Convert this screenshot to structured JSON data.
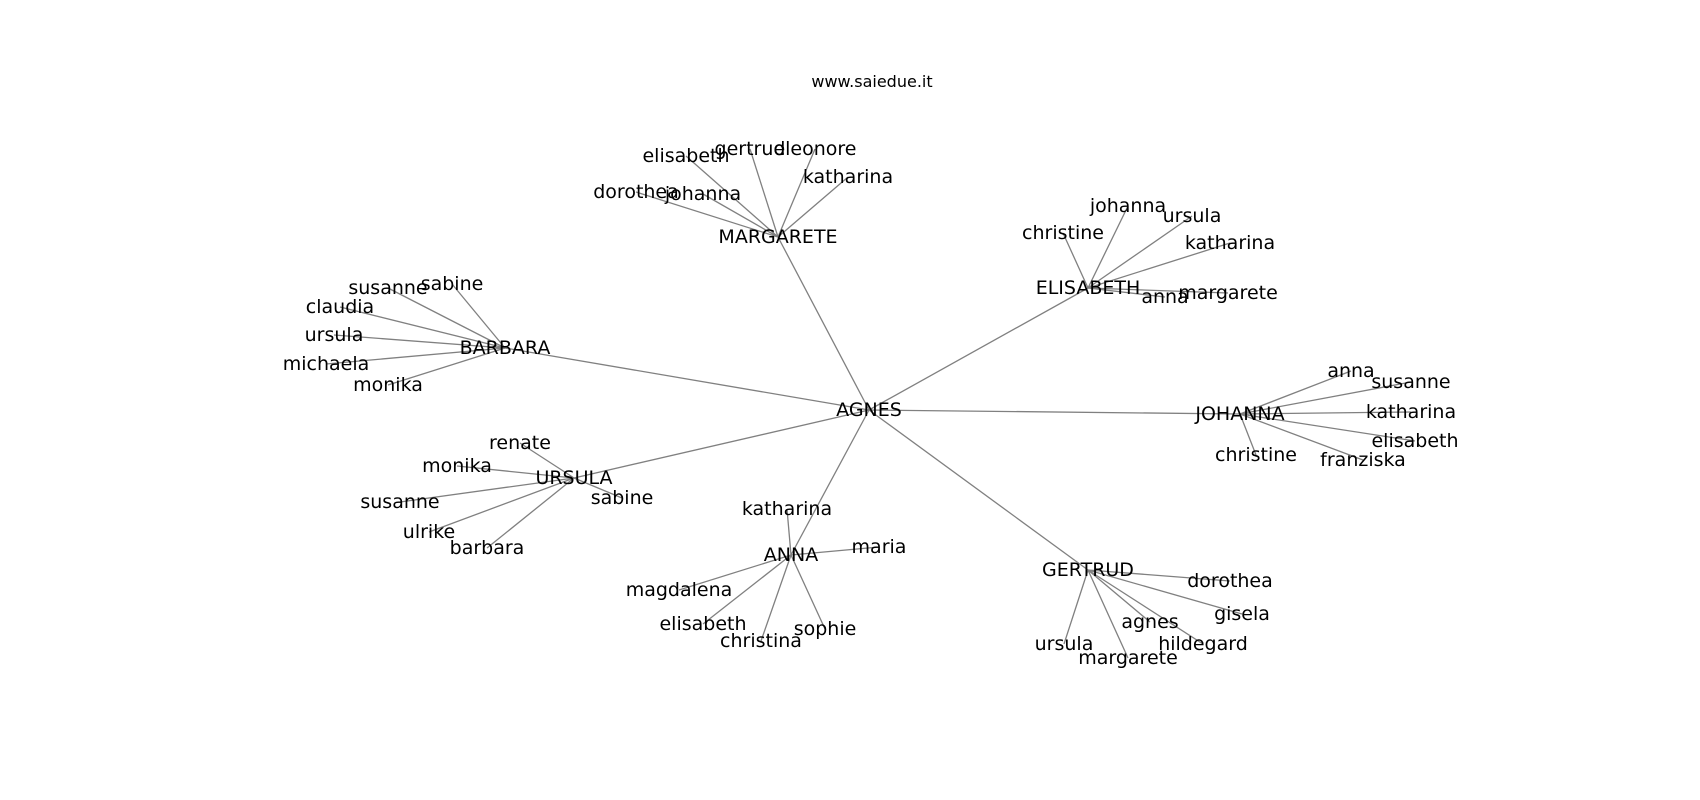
{
  "site": "www.saiedue.it",
  "root": "AGNES",
  "clusters": [
    {
      "id": "margarete",
      "label": "MARGARETE",
      "children": [
        "elisabeth",
        "gertrud",
        "eleonore",
        "katharina",
        "johanna",
        "dorothea"
      ]
    },
    {
      "id": "elisabeth",
      "label": "ELISABETH",
      "children": [
        "christine",
        "johanna",
        "ursula",
        "katharina",
        "anna",
        "margarete"
      ]
    },
    {
      "id": "barbara",
      "label": "BARBARA",
      "children": [
        "susanne",
        "sabine",
        "claudia",
        "ursula",
        "michaela",
        "monika"
      ]
    },
    {
      "id": "johanna",
      "label": "JOHANNA",
      "children": [
        "anna",
        "susanne",
        "katharina",
        "elisabeth",
        "christine",
        "franziska"
      ]
    },
    {
      "id": "ursula",
      "label": "URSULA",
      "children": [
        "renate",
        "monika",
        "susanne",
        "sabine",
        "ulrike",
        "barbara"
      ]
    },
    {
      "id": "anna",
      "label": "ANNA",
      "children": [
        "katharina",
        "maria",
        "magdalena",
        "elisabeth",
        "christina",
        "sophie"
      ]
    },
    {
      "id": "gertrud",
      "label": "GERTRUD",
      "children": [
        "dorothea",
        "gisela",
        "agnes",
        "hildegard",
        "ursula",
        "margarete"
      ]
    }
  ]
}
